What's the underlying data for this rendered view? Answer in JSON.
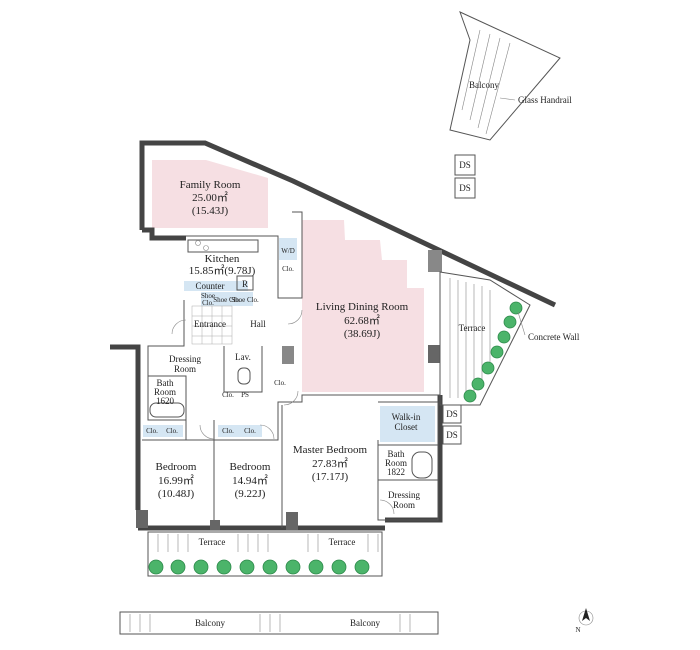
{
  "rooms": {
    "family": {
      "name": "Family Room",
      "area": "25.00㎡",
      "jo": "(15.43J)"
    },
    "kitchen": {
      "name": "Kitchen",
      "area": "15.85㎡(9.78J)"
    },
    "living": {
      "name": "Living Dining Room",
      "area": "62.68㎡",
      "jo": "(38.69J)"
    },
    "bedroom1": {
      "name": "Bedroom",
      "area": "16.99㎡",
      "jo": "(10.48J)"
    },
    "bedroom2": {
      "name": "Bedroom",
      "area": "14.94㎡",
      "jo": "(9.22J)"
    },
    "master": {
      "name": "Master Bedroom",
      "area": "27.83㎡",
      "jo": "(17.17J)"
    }
  },
  "labels": {
    "counter": "Counter",
    "r": "R",
    "shoe_clo": "Shoe\nClo.",
    "shoe_clo_short": "Shoe Clo.",
    "entrance": "Entrance",
    "hall": "Hall",
    "dressing": "Dressing\nRoom",
    "lav": "Lav.",
    "bath": "Bath\nRoom\n1620",
    "bath2": "Bath\nRoom\n1822",
    "clo": "Clo.",
    "ps": "PS",
    "wd": "W/D",
    "walkin": "Walk-in\nCloset",
    "ds": "DS",
    "terrace": "Terrace",
    "balcony": "Balcony",
    "glass_handrail": "Glass Handrail",
    "concrete_wall": "Concrete Wall",
    "north": "N"
  }
}
